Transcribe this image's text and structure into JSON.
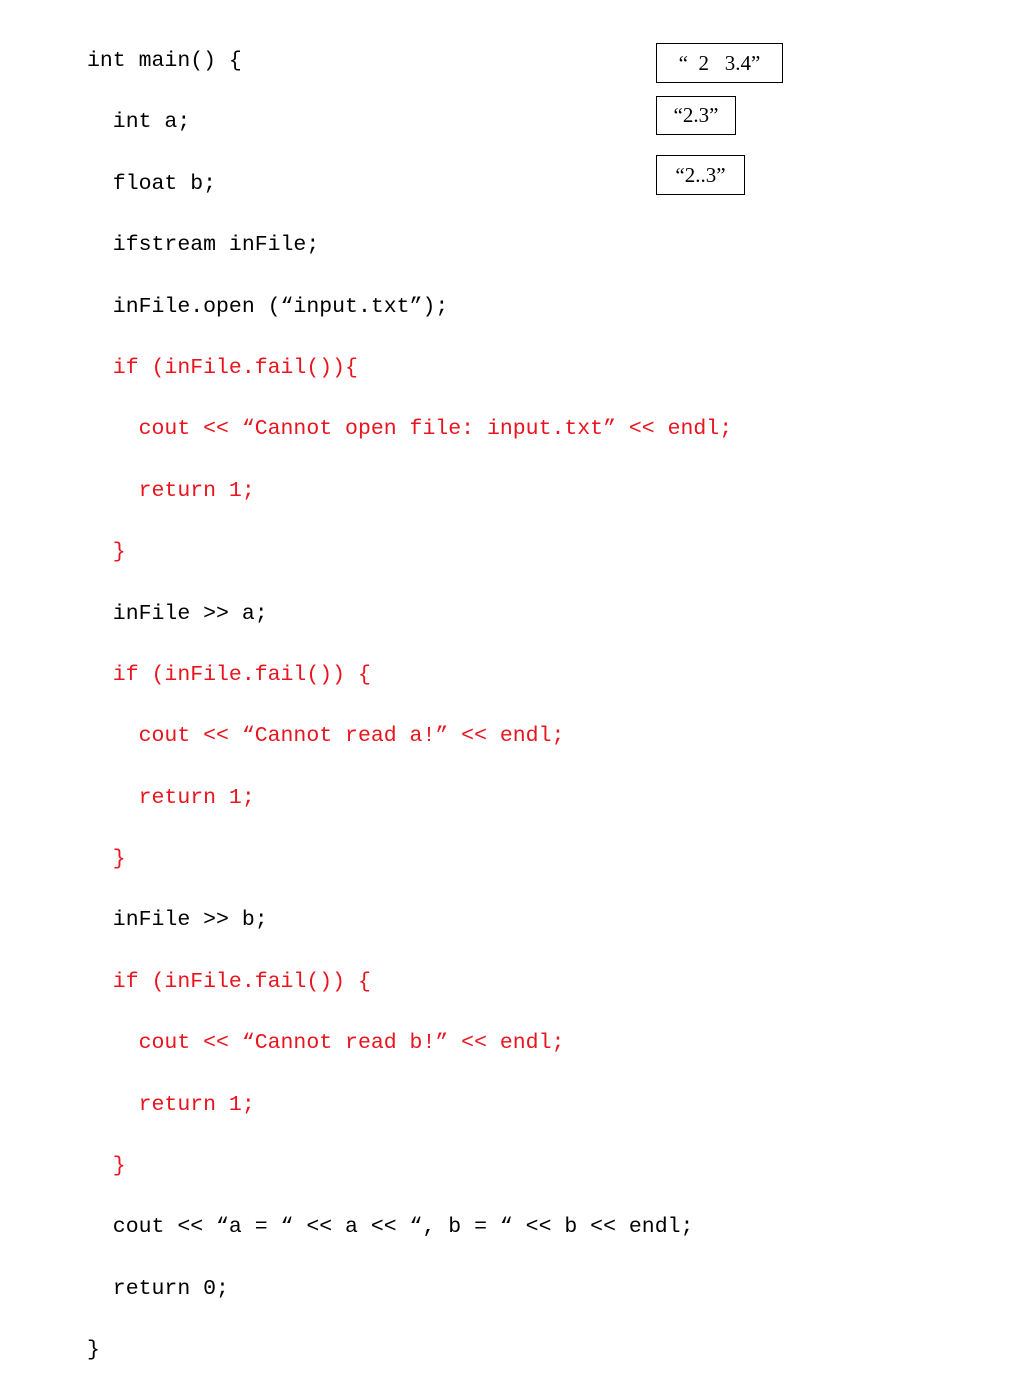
{
  "code": {
    "lines": [
      {
        "text": "int main() {",
        "color": "black"
      },
      {
        "text": "  int a;",
        "color": "black"
      },
      {
        "text": "  float b;",
        "color": "black"
      },
      {
        "text": "  ifstream inFile;",
        "color": "black"
      },
      {
        "text": "  inFile.open (“input.txt”);",
        "color": "black"
      },
      {
        "text": "  if (inFile.fail()){",
        "color": "red"
      },
      {
        "text": "    cout << “Cannot open file: input.txt” << endl;",
        "color": "red"
      },
      {
        "text": "    return 1;",
        "color": "red"
      },
      {
        "text": "  }",
        "color": "red"
      },
      {
        "text": "  inFile >> a;",
        "color": "black"
      },
      {
        "text": "  if (inFile.fail()) {",
        "color": "red"
      },
      {
        "text": "    cout << “Cannot read a!” << endl;",
        "color": "red"
      },
      {
        "text": "    return 1;",
        "color": "red"
      },
      {
        "text": "  }",
        "color": "red"
      },
      {
        "text": "  inFile >> b;",
        "color": "black"
      },
      {
        "text": "  if (inFile.fail()) {",
        "color": "red"
      },
      {
        "text": "    cout << “Cannot read b!” << endl;",
        "color": "red"
      },
      {
        "text": "    return 1;",
        "color": "red"
      },
      {
        "text": "  }",
        "color": "red"
      },
      {
        "text": "  cout << “a = “ << a << “, b = “ << b << endl;",
        "color": "black"
      },
      {
        "text": "  return 0;",
        "color": "black"
      },
      {
        "text": "}",
        "color": "black"
      }
    ]
  },
  "input_examples": [
    {
      "text": "“  2   3.4”"
    },
    {
      "text": "“2.3”"
    },
    {
      "text": "“2..3”"
    }
  ],
  "colors": {
    "code_default": "#000000",
    "code_error_handling": "#e8141e",
    "background": "#ffffff"
  }
}
